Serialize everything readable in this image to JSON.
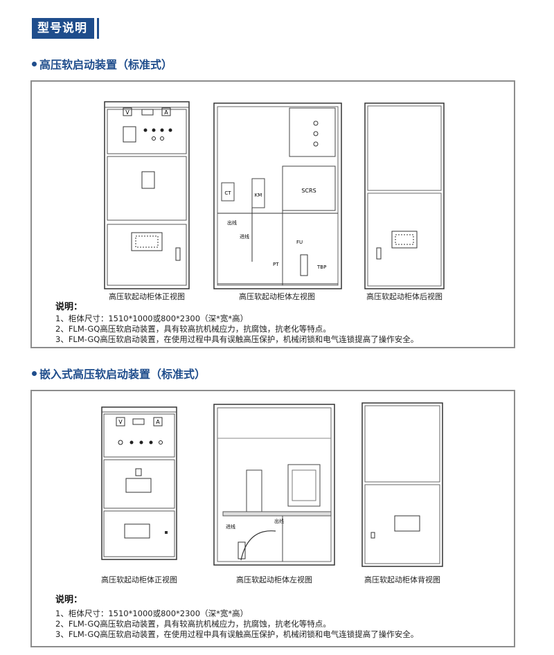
{
  "header": {
    "title": "型号说明"
  },
  "sections": [
    {
      "title": "高压软启动装置（标准式）",
      "captions": [
        "高压软起动柜体正视图",
        "高压软起动柜体左视图",
        "高压软起动柜体后视图"
      ],
      "labels": {
        "ct": "CT",
        "km": "KM",
        "scrs": "SCRS",
        "outline": "出线",
        "inline": "进线",
        "fu": "FU",
        "pt": "PT",
        "tbp": "TBP",
        "v": "V",
        "a": "A"
      },
      "notes_title": "说明：",
      "notes": [
        "1、柜体尺寸：1510*1000或800*2300（深*宽*高）",
        "2、FLM-GQ高压软启动装置，具有较高抗机械应力，抗腐蚀，抗老化等特点。",
        "3、FLM-GQ高压软启动装置，在使用过程中具有误触高压保护，机械闭锁和电气连锁提高了操作安全。"
      ]
    },
    {
      "title": "嵌入式高压软启动装置（标准式）",
      "captions": [
        "高压软起动柜体正视图",
        "高压软起动柜体左视图",
        "高压软起动柜体背视图"
      ],
      "labels": {
        "inline": "进线",
        "outline": "出线",
        "v": "V",
        "a": "A"
      },
      "notes_title": "说明：",
      "notes": [
        "1、柜体尺寸：1510*1000或800*2300（深*宽*高）",
        "2、FLM-GQ高压软启动装置，具有较高抗机械应力，抗腐蚀，抗老化等特点。",
        "3、FLM-GQ高压软启动装置，在使用过程中具有误触高压保护，机械闭锁和电气连锁提高了操作安全。"
      ]
    }
  ]
}
